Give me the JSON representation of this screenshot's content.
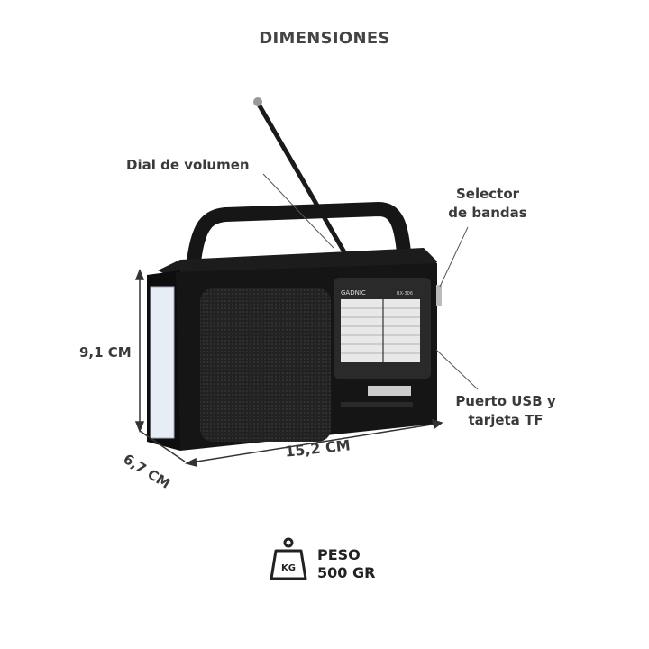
{
  "title": "DIMENSIONES",
  "labels": {
    "volume_dial": "Dial de volumen",
    "band_selector_line1": "Selector",
    "band_selector_line2": "de bandas",
    "usb_line1": "Puerto USB y",
    "usb_line2": "tarjeta TF"
  },
  "dimensions": {
    "height": "9,1 CM",
    "depth": "6,7 CM",
    "width": "15,2 CM"
  },
  "weight": {
    "icon": "kg-weight-icon",
    "icon_text": "KG",
    "label": "PESO",
    "value": "500 GR"
  },
  "product": {
    "brand_logo": "GADNIC",
    "model": "RX-306",
    "body_color": "#111111",
    "lamp_color": "#e8eef5"
  }
}
